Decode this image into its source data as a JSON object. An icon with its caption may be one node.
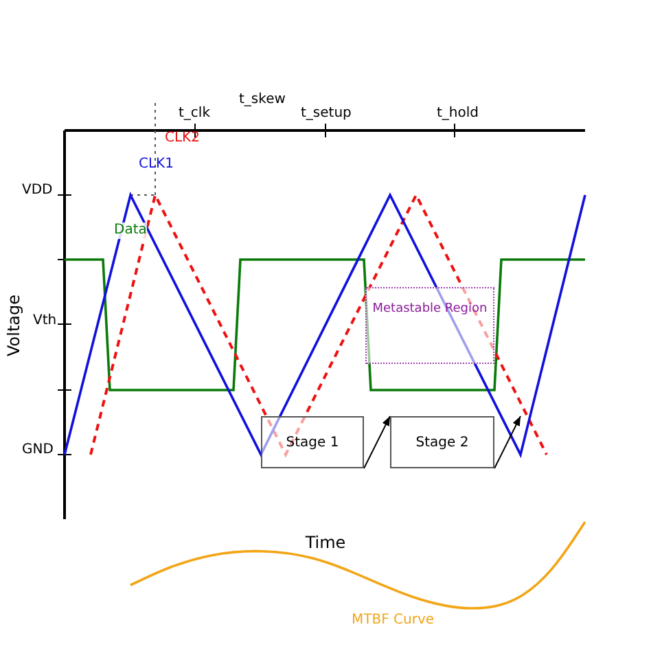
{
  "diagram": {
    "nodes": [
      {
        "text": [
          "Metastable Region"
        ]
      },
      {
        "text": [
          "Stage 1"
        ]
      },
      {
        "text": [
          "Stage 2"
        ]
      }
    ],
    "edges": [
      {
        "from": 1,
        "to": 2,
        "arrow": "to"
      },
      {
        "from": 2,
        "to": null,
        "arrow": "to"
      }
    ],
    "labels": [
      "t_skew",
      "t_clk",
      "t_setup",
      "t_hold",
      "CLK2",
      "CLK1",
      "VDD",
      "Data",
      "Vth",
      "GND",
      "Voltage",
      "Time",
      "MTBF Curve"
    ]
  }
}
